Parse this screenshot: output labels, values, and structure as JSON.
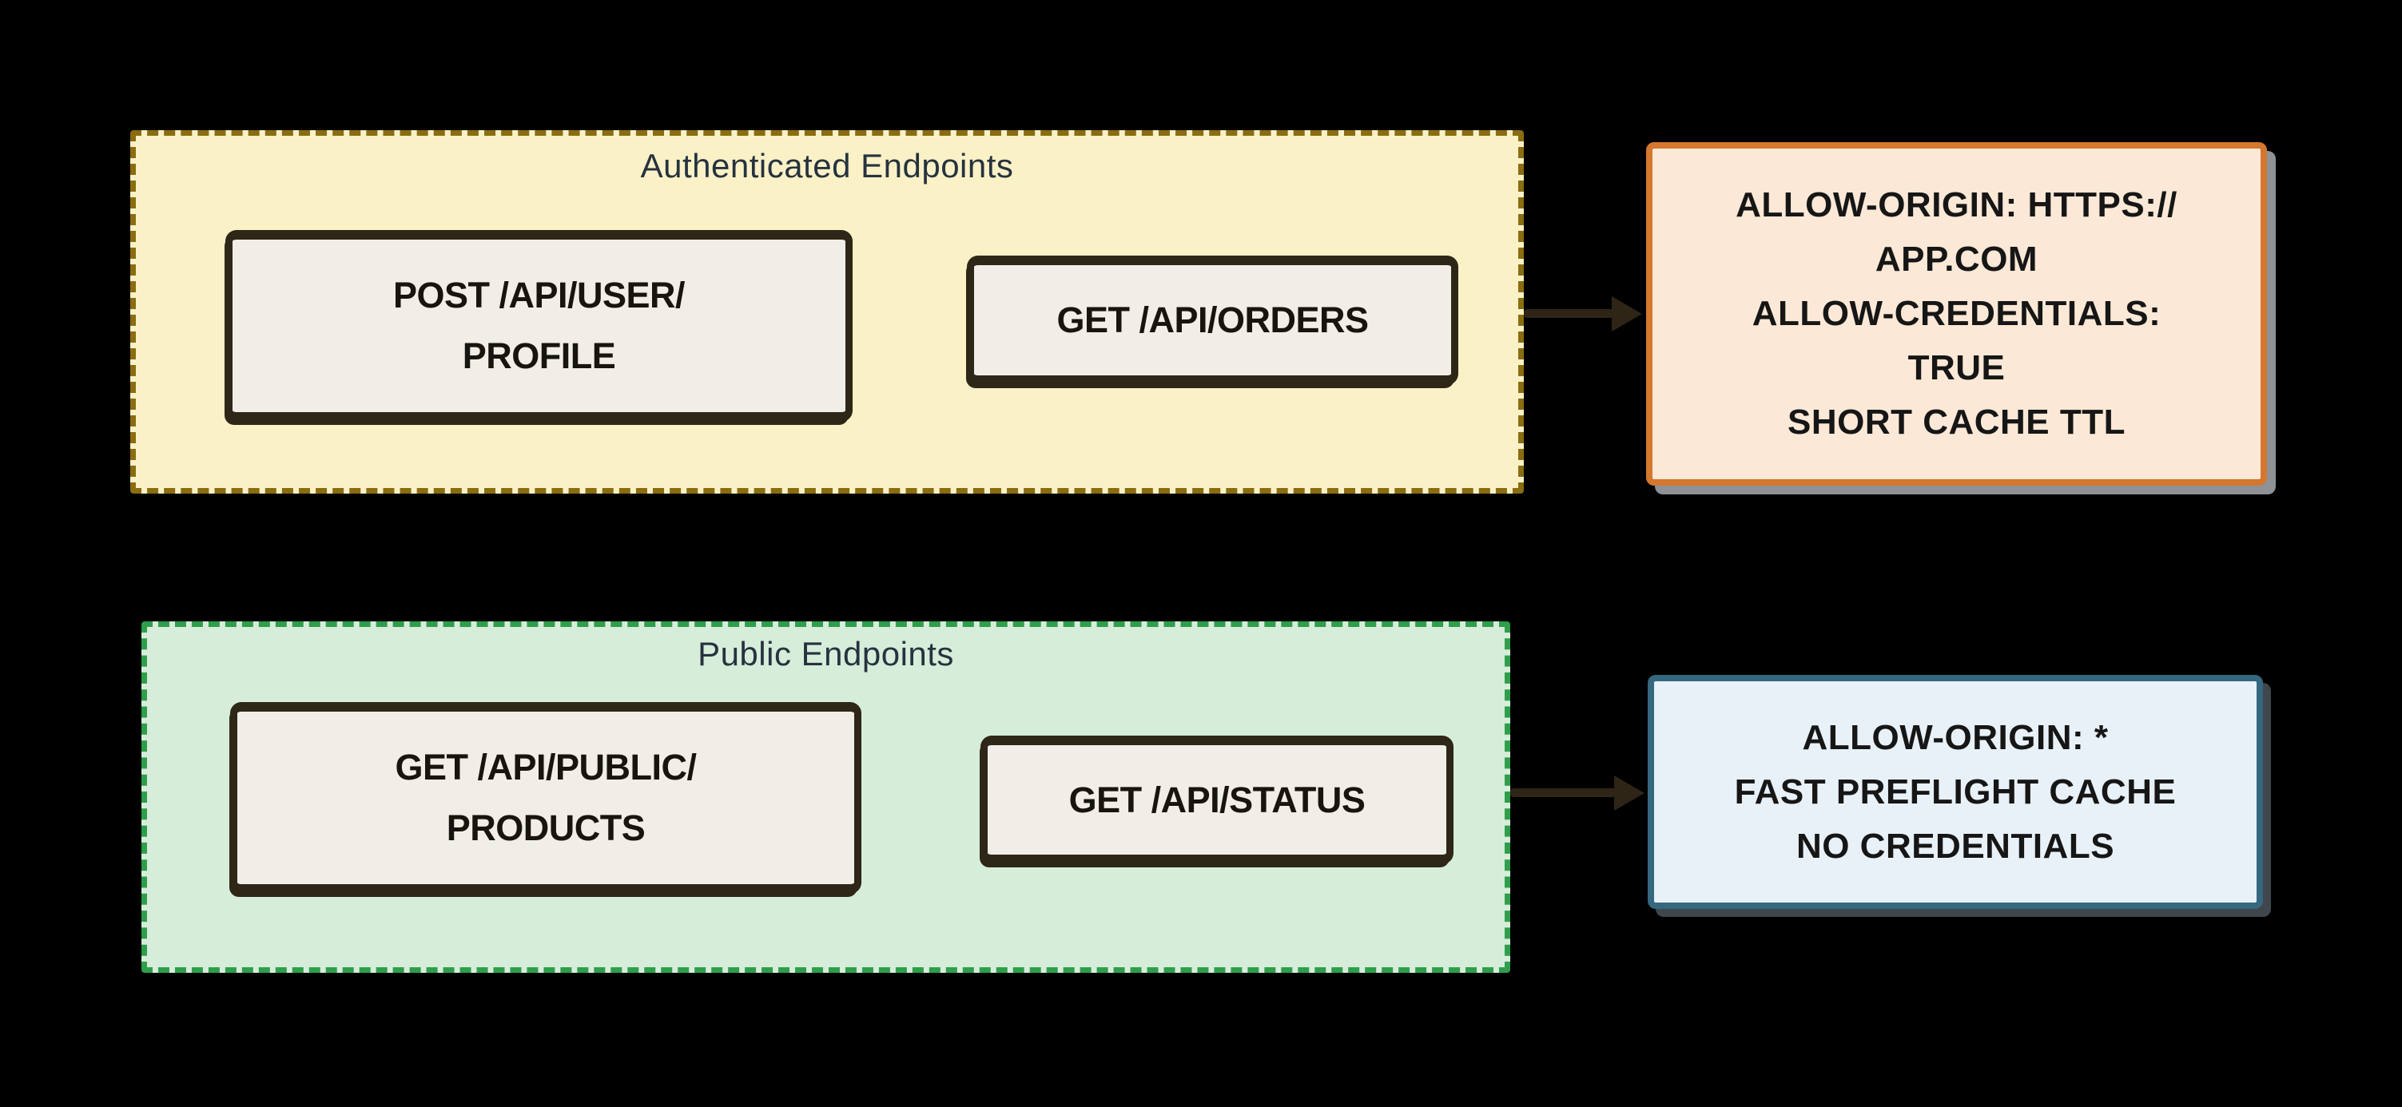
{
  "canvas": {
    "background": "#000000"
  },
  "groups": {
    "authenticated": {
      "title": "Authenticated Endpoints",
      "fill": "#faf1c7",
      "border_color": "#8a6d10",
      "endpoints": {
        "post_user_profile": {
          "lines": [
            "POST /API/USER/",
            "PROFILE"
          ]
        },
        "get_orders": {
          "lines": [
            "GET /API/ORDERS"
          ]
        }
      }
    },
    "public": {
      "title": "Public Endpoints",
      "fill": "#d6edda",
      "border_color": "#2f9e4b",
      "endpoints": {
        "get_public_products": {
          "lines": [
            "GET /API/PUBLIC/",
            "PRODUCTS"
          ]
        },
        "get_status": {
          "lines": [
            "GET /API/STATUS"
          ]
        }
      }
    }
  },
  "cards": {
    "authenticated_policy": {
      "lines": [
        "ALLOW-ORIGIN: HTTPS://",
        "APP.COM",
        "ALLOW-CREDENTIALS:",
        "TRUE",
        "SHORT CACHE TTL"
      ],
      "fill": "#fbe8d6",
      "border_color": "#d4772f"
    },
    "public_policy": {
      "lines": [
        "ALLOW-ORIGIN: *",
        "FAST PREFLIGHT CACHE",
        "NO CREDENTIALS"
      ],
      "fill": "#e8f1f8",
      "border_color": "#35687f"
    }
  },
  "connectors": [
    {
      "from": "authenticated-endpoints-group",
      "to": "authenticated-policy-card"
    },
    {
      "from": "public-endpoints-group",
      "to": "public-policy-card"
    }
  ]
}
